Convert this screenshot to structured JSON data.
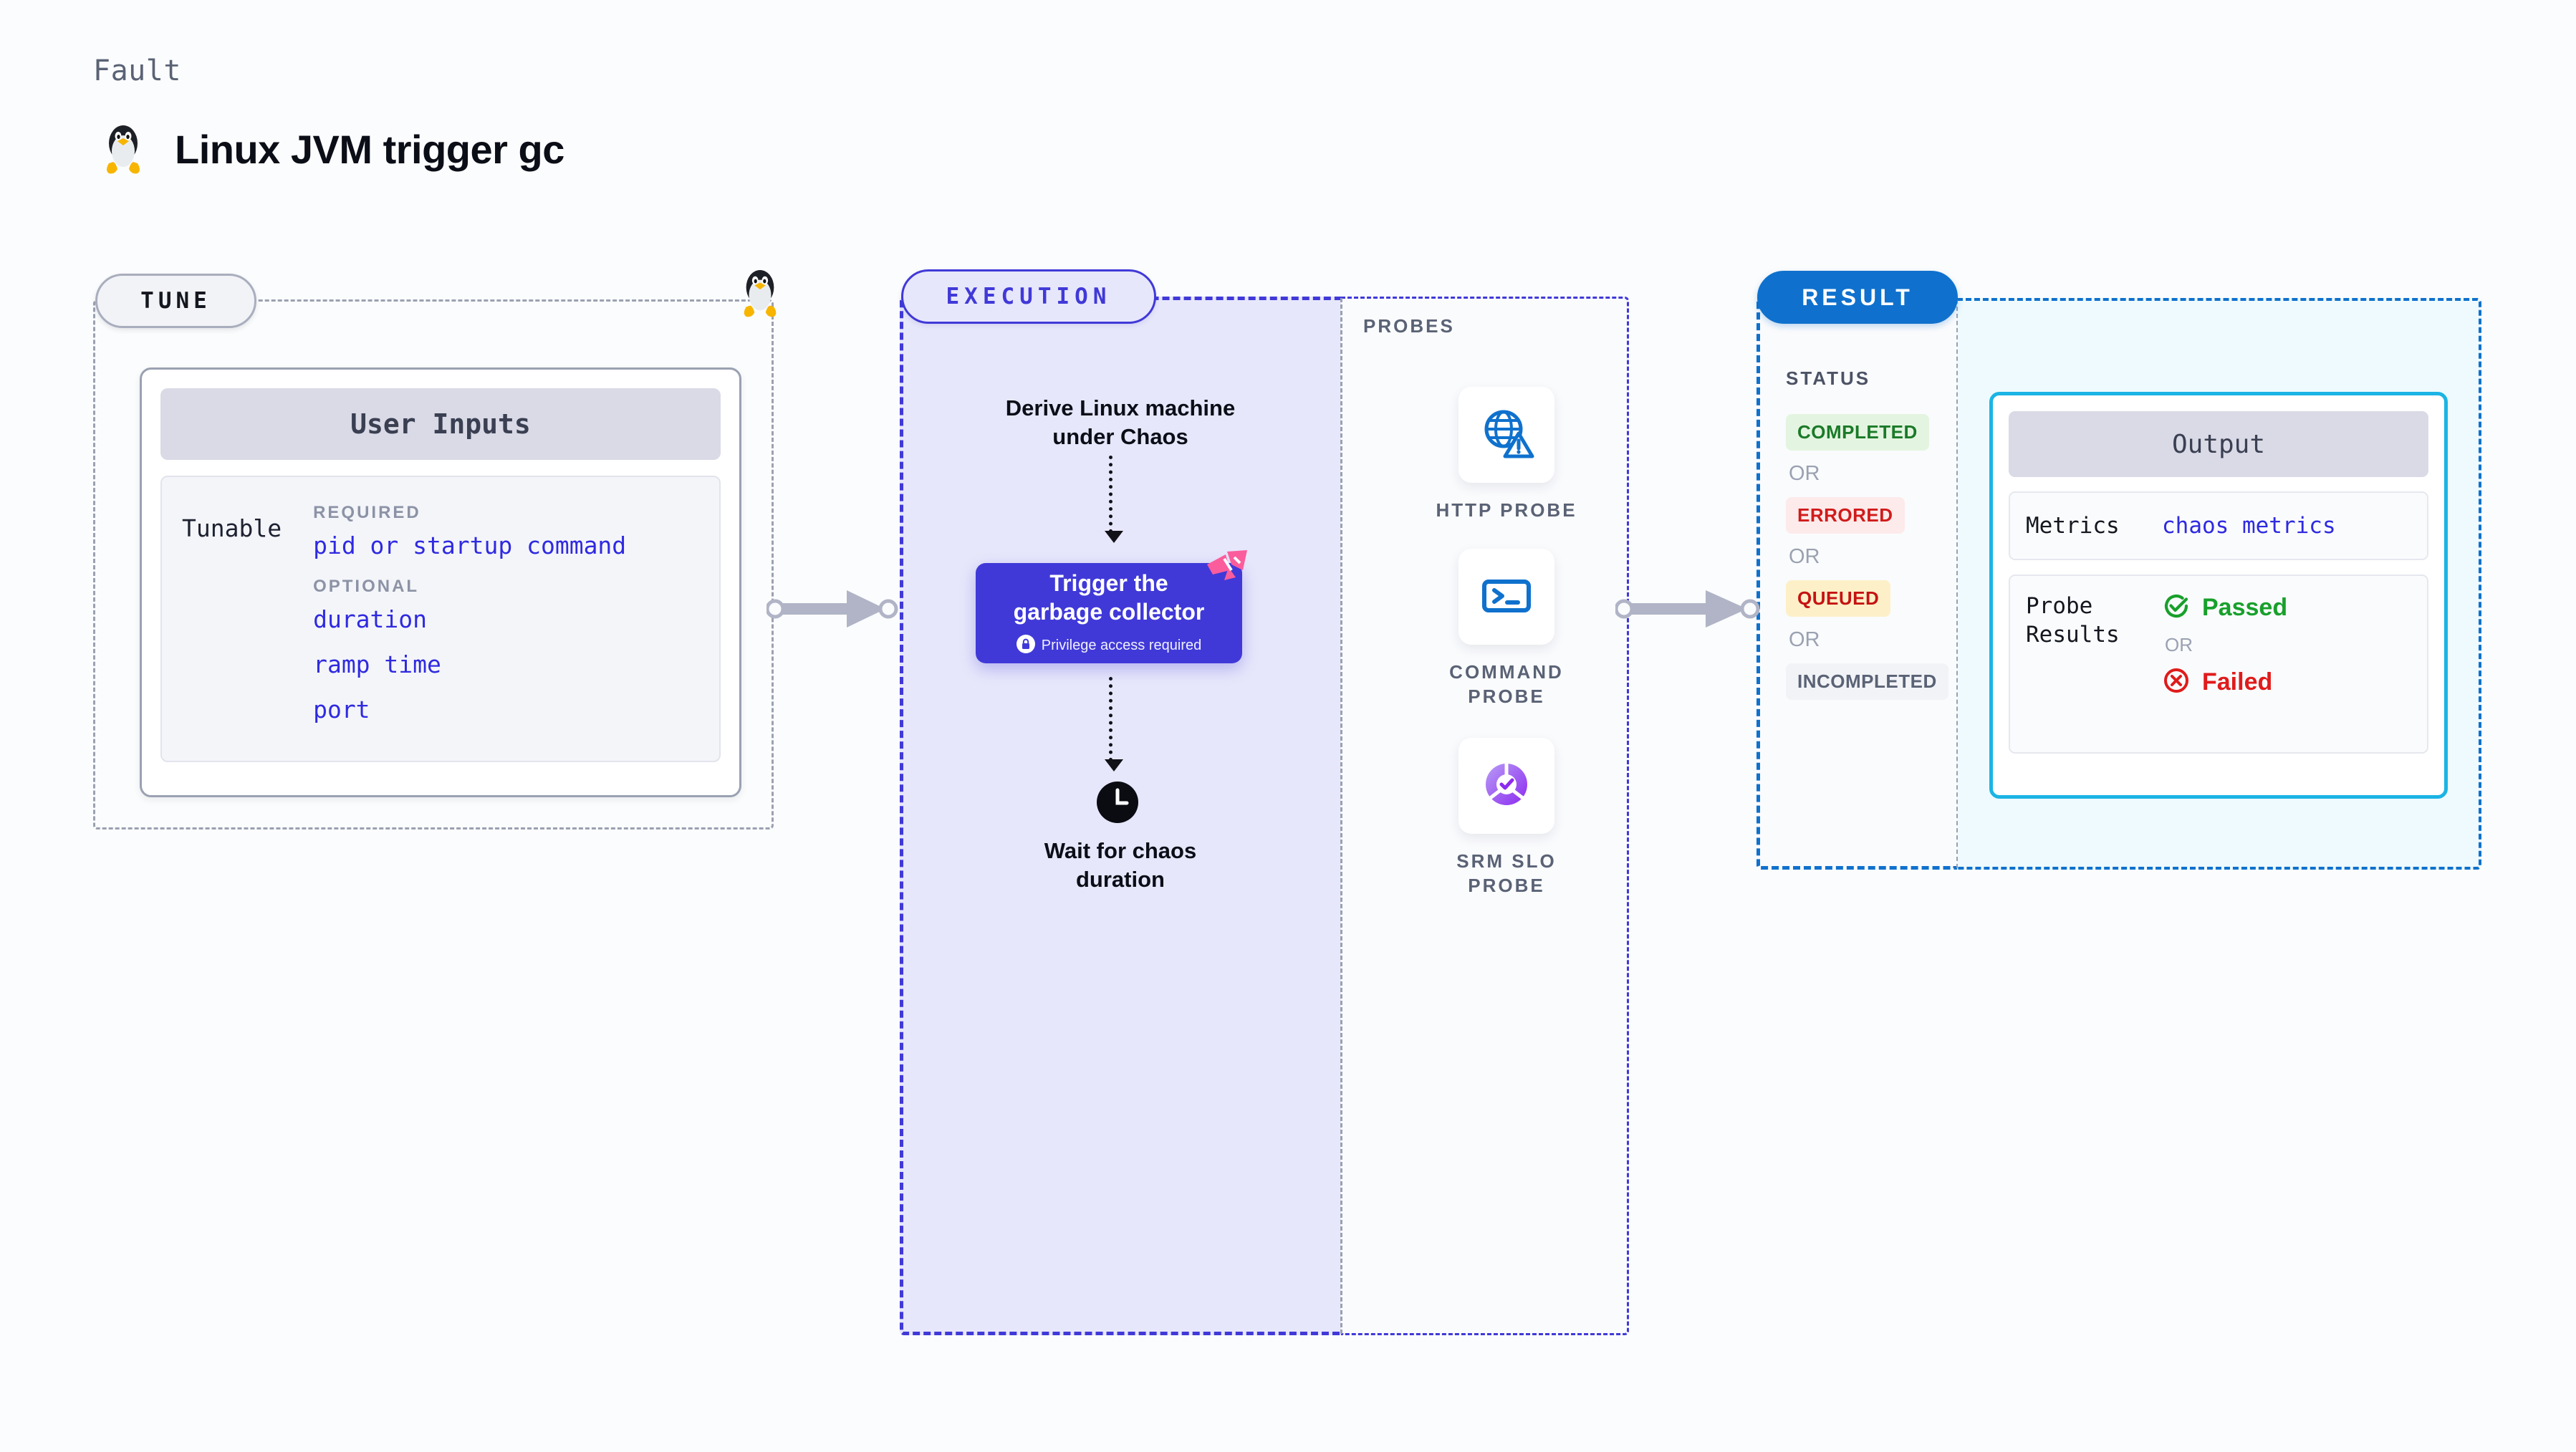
{
  "header": {
    "kicker": "Fault",
    "title": "Linux JVM trigger gc",
    "icon": "tux-penguin-icon"
  },
  "tune": {
    "pill_label": "TUNE",
    "card_title": "User Inputs",
    "tunable_label": "Tunable",
    "groups": [
      {
        "label": "REQUIRED",
        "items": [
          "pid or startup command"
        ]
      },
      {
        "label": "OPTIONAL",
        "items": [
          "duration",
          "ramp time",
          "port"
        ]
      }
    ]
  },
  "execution": {
    "pill_label": "EXECUTION",
    "step_1": "Derive Linux machine\nunder Chaos",
    "action": {
      "title": "Trigger the\ngarbage collector",
      "privilege_note": "Privilege access required",
      "lock_icon": "lock-icon",
      "ribbon_icon": "pink-ribbon-icon"
    },
    "step_3": "Wait for chaos\nduration",
    "clock_icon": "clock-icon"
  },
  "probes": {
    "label": "PROBES",
    "items": [
      {
        "caption": "HTTP PROBE",
        "icon": "globe-warning-icon"
      },
      {
        "caption": "COMMAND\nPROBE",
        "icon": "terminal-icon"
      },
      {
        "caption": "SRM SLO\nPROBE",
        "icon": "slo-donut-check-icon"
      }
    ]
  },
  "result": {
    "pill_label": "RESULT",
    "status_label": "STATUS",
    "or_label": "OR",
    "statuses": [
      {
        "text": "COMPLETED",
        "fg": "#1a7a28",
        "bg": "#e3f5e0"
      },
      {
        "text": "ERRORED",
        "fg": "#d01b1b",
        "bg": "#fdeaea"
      },
      {
        "text": "QUEUED",
        "fg": "#c51212",
        "bg": "#fdf0c8"
      },
      {
        "text": "INCOMPLETED",
        "fg": "#5a6275",
        "bg": "#f2f3f7"
      }
    ],
    "output": {
      "title": "Output",
      "metrics_key": "Metrics",
      "metrics_value": "chaos metrics",
      "probe_results_key": "Probe\nResults",
      "passed_label": "Passed",
      "failed_label": "Failed",
      "or_label": "OR",
      "passed_icon": "check-circle-icon",
      "failed_icon": "x-circle-icon"
    }
  },
  "colors": {
    "accent_indigo": "#4039d8",
    "accent_blue": "#0f71cd",
    "accent_cyan": "#1bb4e4",
    "link_blue": "#2f2ae0",
    "muted": "#9aa1b1",
    "pink": "#fb5d9c"
  }
}
